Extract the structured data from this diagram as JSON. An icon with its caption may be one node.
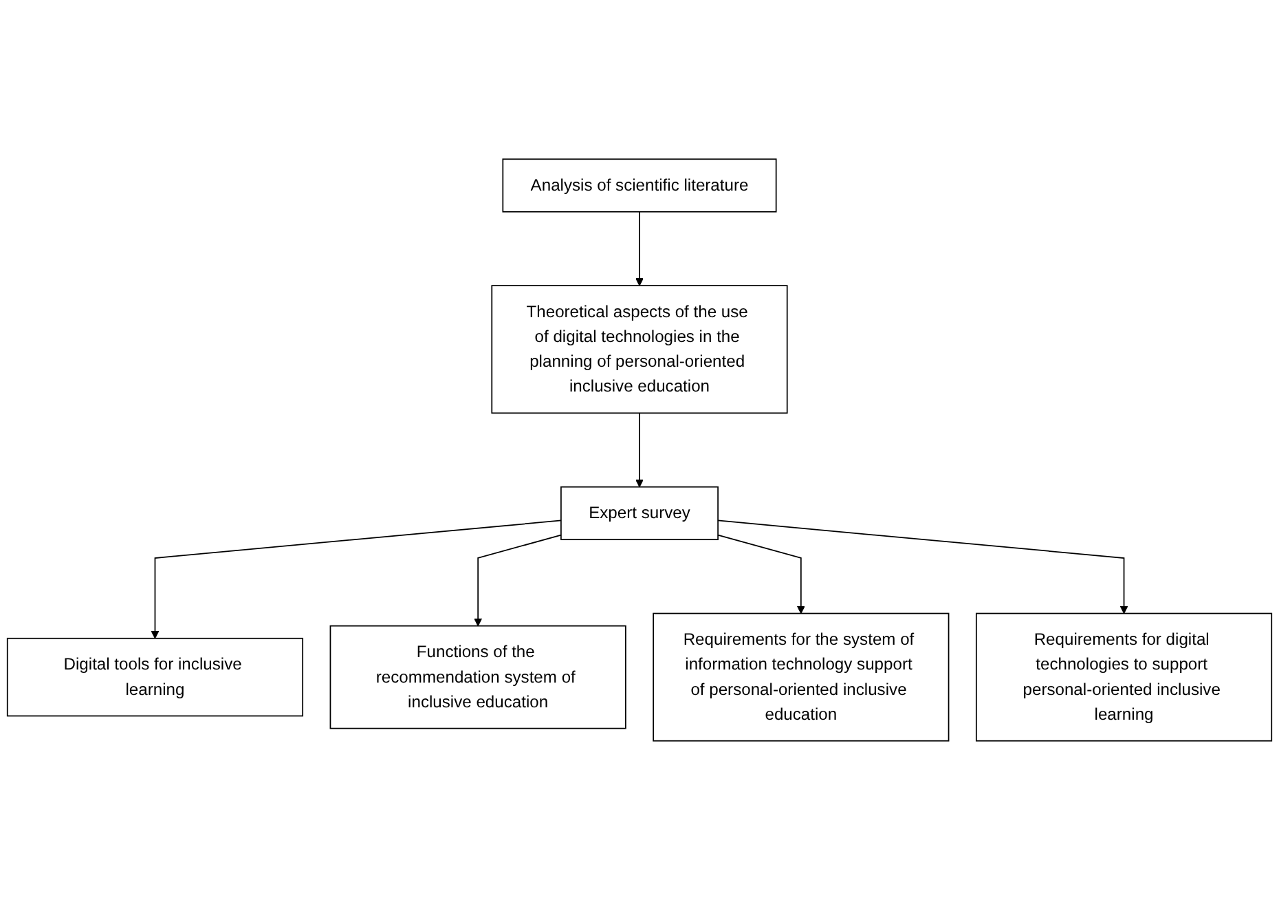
{
  "diagram": {
    "nodes": [
      {
        "text": [
          "Analysis of scientific literature"
        ]
      },
      {
        "text": [
          "Theoretical aspects of the use of digital technologies in the planning of personal-oriented inclusive education"
        ]
      },
      {
        "text": [
          "Digital tools for inclusive learning"
        ]
      },
      {
        "text": [
          "Expert survey"
        ]
      },
      {
        "text": [
          "Functions of the recommendation system of inclusive education"
        ]
      },
      {
        "text": [
          "Requirements for the system of information technology support of personal-oriented inclusive education"
        ]
      },
      {
        "text": [
          "Requirements for digital technologies to support personal-oriented inclusive learning"
        ]
      }
    ],
    "edges": [
      {
        "from": 0,
        "to": 1,
        "arrow": "to"
      },
      {
        "from": 1,
        "to": 3,
        "arrow": "to"
      },
      {
        "from": 3,
        "to": 2,
        "arrow": "to"
      },
      {
        "from": 3,
        "to": 4,
        "arrow": "to"
      },
      {
        "from": 3,
        "to": 5,
        "arrow": "to"
      },
      {
        "from": 3,
        "to": 6,
        "arrow": "to"
      }
    ]
  }
}
